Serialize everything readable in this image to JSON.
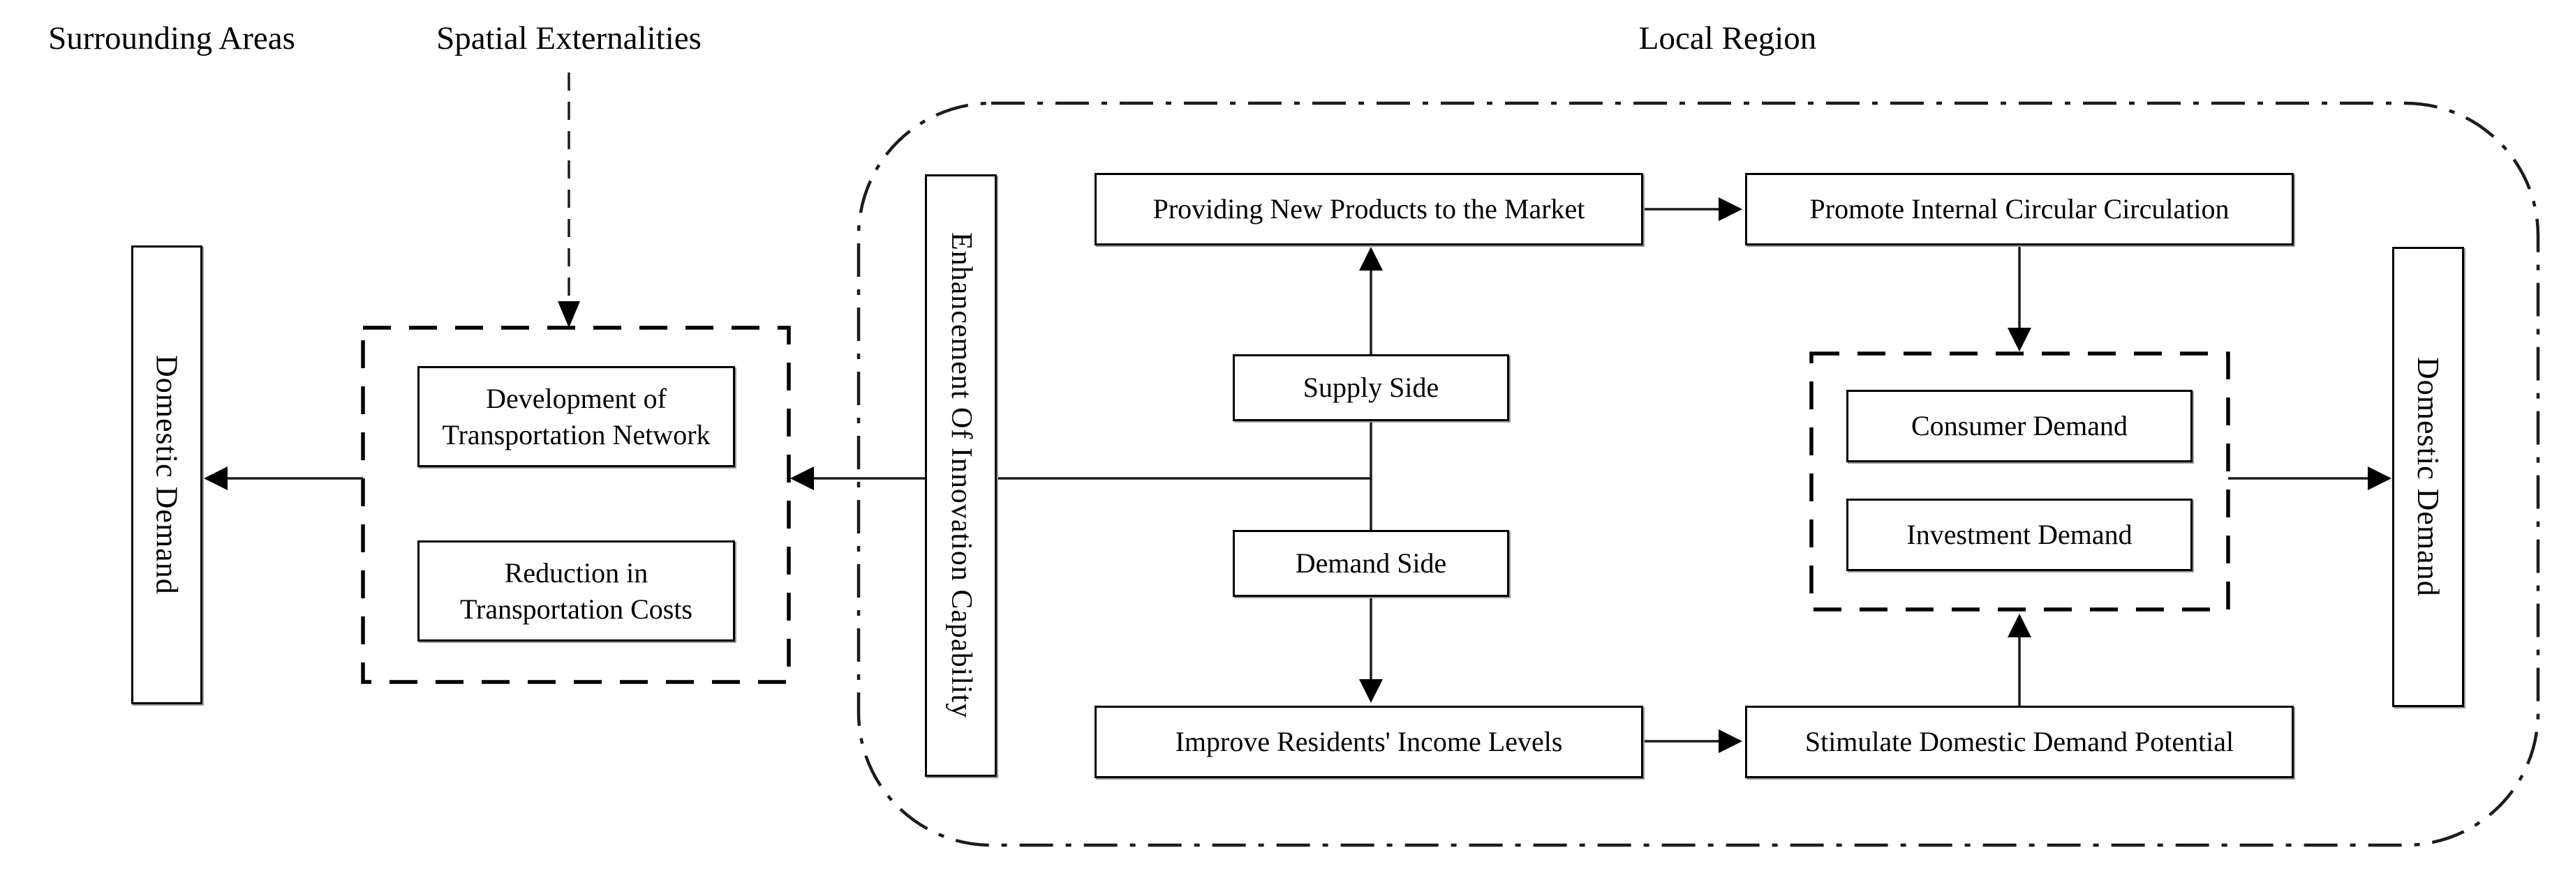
{
  "labels": {
    "surrounding_areas": "Surrounding Areas",
    "spatial_externalities": "Spatial Externalities",
    "local_region": "Local Region"
  },
  "nodes": {
    "domestic_demand_left": "Domestic Demand",
    "development_of_transportation_network": "Development of Transportation Network",
    "reduction_in_transportation_costs": "Reduction in Transportation Costs",
    "enhancement_of_innovation_capability": "Enhancement Of Innovation Capability",
    "providing_new_products_to_the_market": "Providing New Products to the Market",
    "promote_internal_circular_circulation": "Promote Internal Circular Circulation",
    "supply_side": "Supply Side",
    "demand_side": "Demand Side",
    "consumer_demand": "Consumer Demand",
    "investment_demand": "Investment Demand",
    "improve_residents_income_levels": "Improve Residents' Income Levels",
    "stimulate_domestic_demand_potential": "Stimulate Domestic Demand Potential",
    "domestic_demand_right": "Domestic Demand"
  },
  "colors": {
    "line": "#1c1c1c",
    "border": "#000000",
    "background": "#ffffff",
    "text": "#000000"
  }
}
